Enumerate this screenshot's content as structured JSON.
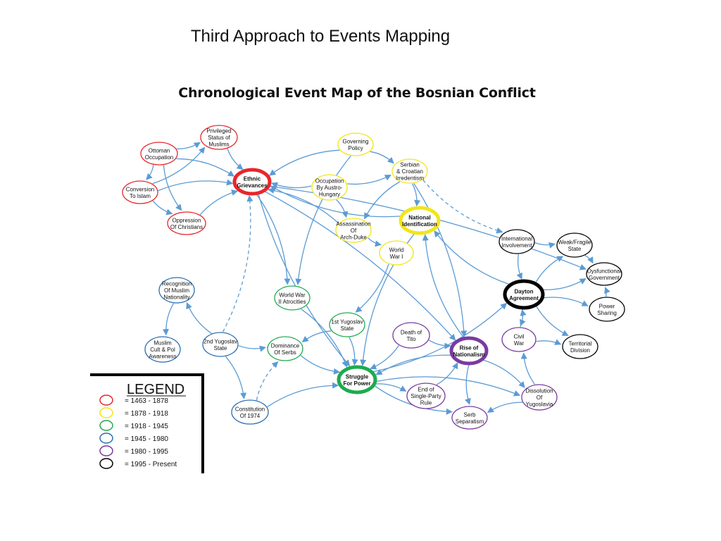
{
  "page_title": "Third Approach to Events Mapping",
  "diagram_title": "Chronological Event Map of the Bosnian Conflict",
  "colors": {
    "period_1463_1878": "#e8262b",
    "period_1878_1918": "#f2e51a",
    "period_1918_1945": "#1faa4f",
    "period_1945_1980": "#2a6fb0",
    "period_1980_1995": "#7a3aa0",
    "period_1995_present": "#000000",
    "arrow": "#5b9bd5"
  },
  "nodes": [
    {
      "id": "privileged",
      "lines": [
        "Privileged",
        "Status of",
        "Muslims"
      ],
      "period": "period_1463_1878",
      "emphasis": false
    },
    {
      "id": "ottoman",
      "lines": [
        "Ottoman",
        "Occupation"
      ],
      "period": "period_1463_1878",
      "emphasis": false
    },
    {
      "id": "conversion",
      "lines": [
        "Conversion",
        "To Islam"
      ],
      "period": "period_1463_1878",
      "emphasis": false
    },
    {
      "id": "oppression",
      "lines": [
        "Oppression",
        "Of Christians"
      ],
      "period": "period_1463_1878",
      "emphasis": false
    },
    {
      "id": "ethnic",
      "lines": [
        "Ethnic",
        "Grievances"
      ],
      "period": "period_1463_1878",
      "emphasis": true
    },
    {
      "id": "governing",
      "lines": [
        "Governing",
        "Policy"
      ],
      "period": "period_1878_1918",
      "emphasis": false
    },
    {
      "id": "serbian",
      "lines": [
        "Serbian",
        "& Croatian",
        "Irredentism"
      ],
      "period": "period_1878_1918",
      "emphasis": false
    },
    {
      "id": "occupation",
      "lines": [
        "Occupation",
        "By Austro-",
        "Hungary"
      ],
      "period": "period_1878_1918",
      "emphasis": false
    },
    {
      "id": "national",
      "lines": [
        "National",
        "Identification"
      ],
      "period": "period_1878_1918",
      "emphasis": true
    },
    {
      "id": "assassination",
      "lines": [
        "Assassination",
        "Of",
        "Arch-Duke"
      ],
      "period": "period_1878_1918",
      "emphasis": false
    },
    {
      "id": "ww1",
      "lines": [
        "World",
        "War I"
      ],
      "period": "period_1878_1918",
      "emphasis": false
    },
    {
      "id": "international",
      "lines": [
        "International",
        "Involvement"
      ],
      "period": "period_1995_present",
      "emphasis": false
    },
    {
      "id": "weak",
      "lines": [
        "Weak/Fragile",
        "State"
      ],
      "period": "period_1995_present",
      "emphasis": false
    },
    {
      "id": "dysfunctional",
      "lines": [
        "Dysfunctional",
        "Government"
      ],
      "period": "period_1995_present",
      "emphasis": false
    },
    {
      "id": "dayton",
      "lines": [
        "Dayton",
        "Agreement"
      ],
      "period": "period_1995_present",
      "emphasis": true
    },
    {
      "id": "power",
      "lines": [
        "Power",
        "Sharing"
      ],
      "period": "period_1995_present",
      "emphasis": false
    },
    {
      "id": "recognition",
      "lines": [
        "Recognition",
        "Of Muslim",
        "Nationality"
      ],
      "period": "period_1945_1980",
      "emphasis": false
    },
    {
      "id": "ww2",
      "lines": [
        "World War",
        "II Atrocities"
      ],
      "period": "period_1918_1945",
      "emphasis": false
    },
    {
      "id": "yugo1",
      "lines": [
        "1st Yugoslav",
        "State"
      ],
      "period": "period_1918_1945",
      "emphasis": false
    },
    {
      "id": "death",
      "lines": [
        "Death of",
        "Tito"
      ],
      "period": "period_1980_1995",
      "emphasis": false
    },
    {
      "id": "civilwar",
      "lines": [
        "Civil",
        "War"
      ],
      "period": "period_1980_1995",
      "emphasis": false
    },
    {
      "id": "territorial",
      "lines": [
        "Territorial",
        "Division"
      ],
      "period": "period_1995_present",
      "emphasis": false
    },
    {
      "id": "muslimcult",
      "lines": [
        "Muslim",
        "Cult & Pol",
        "Awareness"
      ],
      "period": "period_1945_1980",
      "emphasis": false
    },
    {
      "id": "yugo2",
      "lines": [
        "2nd Yugoslav",
        "State"
      ],
      "period": "period_1945_1980",
      "emphasis": false
    },
    {
      "id": "dominance",
      "lines": [
        "Dominance",
        "Of Serbs"
      ],
      "period": "period_1918_1945",
      "emphasis": false
    },
    {
      "id": "rise",
      "lines": [
        "Rise of",
        "Nationalism"
      ],
      "period": "period_1980_1995",
      "emphasis": true
    },
    {
      "id": "struggle",
      "lines": [
        "Struggle",
        "For Power"
      ],
      "period": "period_1918_1945",
      "emphasis": true
    },
    {
      "id": "endsingle",
      "lines": [
        "End of",
        "Single-Party",
        "Rule"
      ],
      "period": "period_1980_1995",
      "emphasis": false
    },
    {
      "id": "dissolution",
      "lines": [
        "Dissolution",
        "Of",
        "Yugoslavia"
      ],
      "period": "period_1980_1995",
      "emphasis": false
    },
    {
      "id": "constitution",
      "lines": [
        "Constitution",
        "Of 1974"
      ],
      "period": "period_1945_1980",
      "emphasis": false
    },
    {
      "id": "serbsep",
      "lines": [
        "Serb",
        "Separatism"
      ],
      "period": "period_1980_1995",
      "emphasis": false
    }
  ],
  "edges": [
    [
      "ottoman",
      "privileged"
    ],
    [
      "ottoman",
      "conversion"
    ],
    [
      "ottoman",
      "oppression"
    ],
    [
      "ottoman",
      "ethnic"
    ],
    [
      "conversion",
      "privileged"
    ],
    [
      "conversion",
      "ethnic"
    ],
    [
      "conversion",
      "oppression"
    ],
    [
      "oppression",
      "ethnic"
    ],
    [
      "privileged",
      "ethnic"
    ],
    [
      "occupation",
      "ethnic"
    ],
    [
      "occupation",
      "serbian"
    ],
    [
      "occupation",
      "assassination"
    ],
    [
      "governing",
      "ethnic"
    ],
    [
      "governing",
      "serbian"
    ],
    [
      "serbian",
      "assassination"
    ],
    [
      "serbian",
      "national"
    ],
    [
      "assassination",
      "ww1"
    ],
    [
      "ww1",
      "yugo1"
    ],
    [
      "assassination",
      "ethnic"
    ],
    [
      "ethnic",
      "ww2"
    ],
    [
      "ethnic",
      "struggle"
    ],
    [
      "ethnic",
      "rise"
    ],
    [
      "national",
      "struggle"
    ],
    [
      "national",
      "ethnic"
    ],
    [
      "recognition",
      "muslimcult"
    ],
    [
      "yugo2",
      "recognition"
    ],
    [
      "yugo2",
      "dominance"
    ],
    [
      "yugo2",
      "constitution"
    ],
    [
      "yugo1",
      "dominance"
    ],
    [
      "yugo1",
      "struggle"
    ],
    [
      "dominance",
      "struggle"
    ],
    [
      "ww2",
      "struggle"
    ],
    [
      "death",
      "rise"
    ],
    [
      "death",
      "struggle"
    ],
    [
      "rise",
      "struggle"
    ],
    [
      "rise",
      "national"
    ],
    [
      "rise",
      "serbsep"
    ],
    [
      "rise",
      "dissolution"
    ],
    [
      "endsingle",
      "rise"
    ],
    [
      "struggle",
      "endsingle"
    ],
    [
      "struggle",
      "serbsep"
    ],
    [
      "struggle",
      "dissolution"
    ],
    [
      "civilwar",
      "dayton"
    ],
    [
      "civilwar",
      "territorial"
    ],
    [
      "dissolution",
      "serbsep"
    ],
    [
      "dissolution",
      "civilwar"
    ],
    [
      "international",
      "dayton"
    ],
    [
      "dayton",
      "weak"
    ],
    [
      "dayton",
      "dysfunctional"
    ],
    [
      "dayton",
      "power"
    ],
    [
      "dayton",
      "territorial"
    ],
    [
      "dayton",
      "national"
    ],
    [
      "international",
      "weak"
    ],
    [
      "weak",
      "dysfunctional"
    ],
    [
      "power",
      "dysfunctional"
    ],
    [
      "constitution",
      "struggle"
    ],
    [
      "struggle",
      "dayton"
    ],
    [
      "ethnic",
      "dysfunctional"
    ],
    [
      "governing",
      "ww2"
    ],
    [
      "serbian",
      "rise"
    ]
  ],
  "dashed_edges": [
    [
      "yugo2",
      "ethnic"
    ],
    [
      "constitution",
      "dominance"
    ],
    [
      "serbian",
      "international"
    ],
    [
      "dayton",
      "civilwar"
    ]
  ],
  "legend": {
    "title": "LEGEND",
    "items": [
      {
        "label": "= 1463 - 1878",
        "period": "period_1463_1878"
      },
      {
        "label": "= 1878 - 1918",
        "period": "period_1878_1918"
      },
      {
        "label": "= 1918 - 1945",
        "period": "period_1918_1945"
      },
      {
        "label": "= 1945 - 1980",
        "period": "period_1945_1980"
      },
      {
        "label": "= 1980 - 1995",
        "period": "period_1980_1995"
      },
      {
        "label": "= 1995 - Present",
        "period": "period_1995_present"
      }
    ]
  }
}
